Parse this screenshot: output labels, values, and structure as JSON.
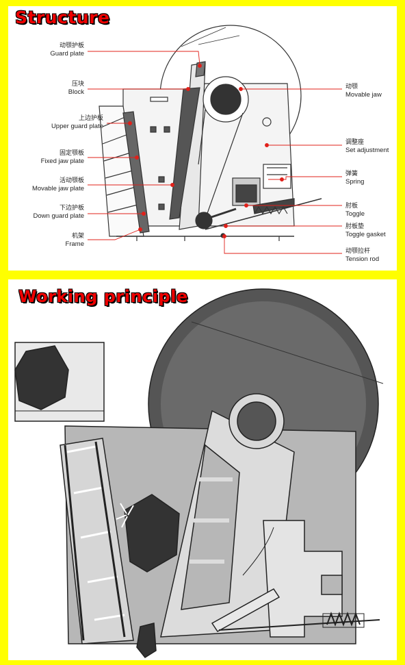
{
  "titles": {
    "structure": "Structure",
    "working": "Working principle"
  },
  "labels_left": [
    {
      "zh": "动颚护板",
      "en": "Guard plate"
    },
    {
      "zh": "压块",
      "en": "Block"
    },
    {
      "zh": "上边护板",
      "en": "Upper guard plate"
    },
    {
      "zh": "固定颚板",
      "en": "Fixed jaw plate"
    },
    {
      "zh": "活动颚板",
      "en": "Movable jaw plate"
    },
    {
      "zh": "下边护板",
      "en": "Down guard plate"
    },
    {
      "zh": "机架",
      "en": "Frame"
    }
  ],
  "labels_right": [
    {
      "zh": "动颚",
      "en": "Movable jaw"
    },
    {
      "zh": "调整座",
      "en": "Set adjustment"
    },
    {
      "zh": "弹簧",
      "en": "Spring"
    },
    {
      "zh": "肘板",
      "en": "Toggle"
    },
    {
      "zh": "肘板垫",
      "en": "Toggle gasket"
    },
    {
      "zh": "动颚拉杆",
      "en": "Tension rod"
    }
  ],
  "colors": {
    "background": "#ffff00",
    "title": "#ee0000",
    "leader_line": "#e0201a"
  }
}
